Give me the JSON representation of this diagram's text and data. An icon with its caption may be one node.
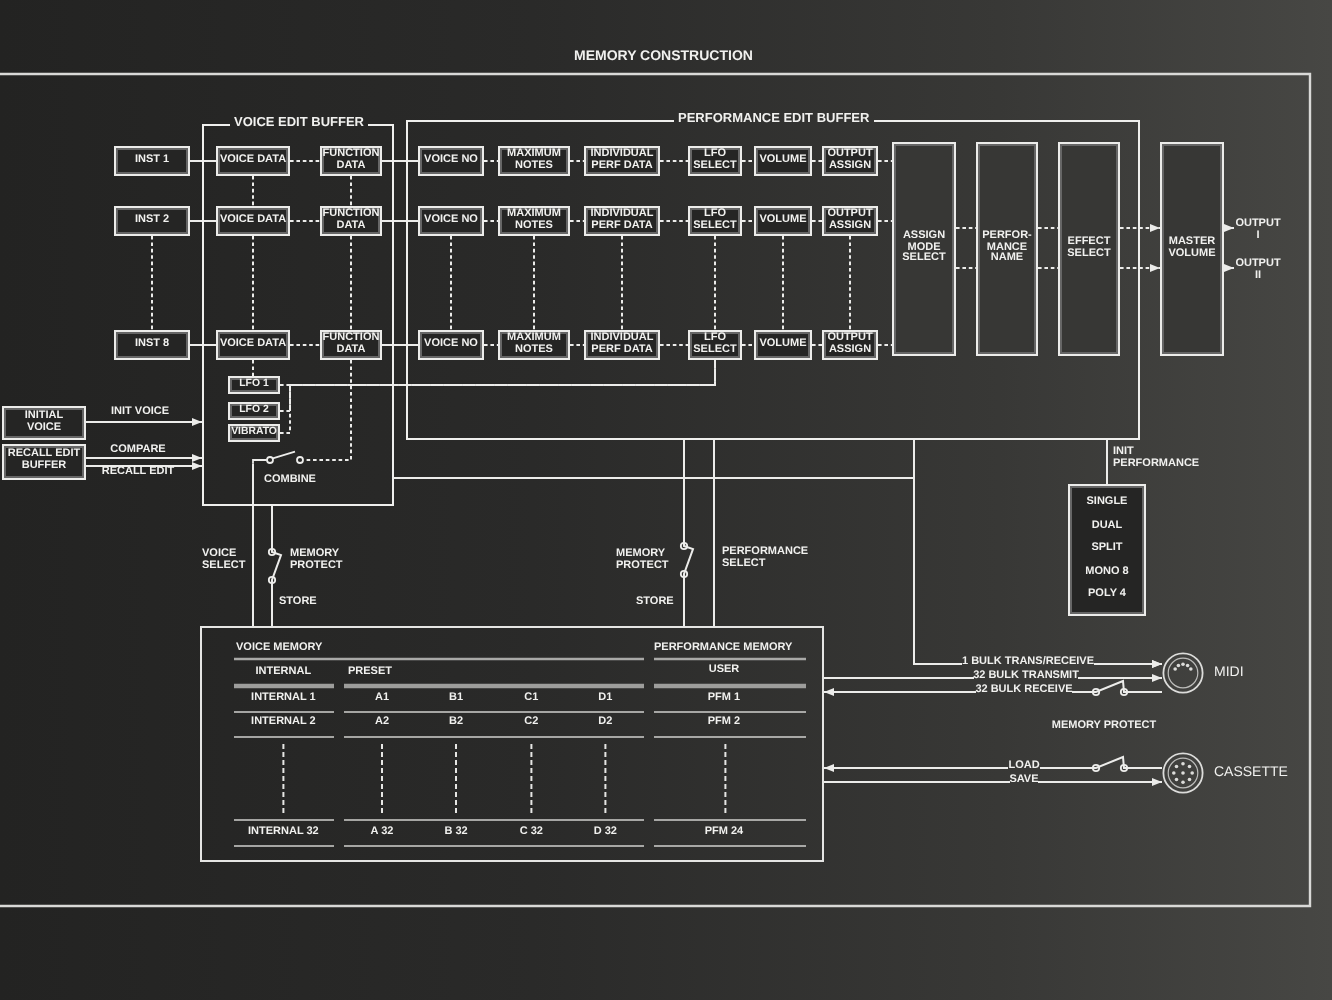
{
  "diagram": {
    "title": "MEMORY CONSTRUCTION",
    "nodes": [
      {
        "text": [
          "VOICE EDIT BUFFER"
        ]
      },
      {
        "text": [
          "PERFORMANCE EDIT BUFFER"
        ]
      },
      {
        "text": [
          "INST 1"
        ]
      },
      {
        "text": [
          "VOICE DATA"
        ],
        "in": 0
      },
      {
        "text": [
          "FUNCTION DATA"
        ],
        "in": 0
      },
      {
        "text": [
          "VOICE NO"
        ],
        "in": 1
      },
      {
        "text": [
          "MAXIMUM NOTES"
        ],
        "in": 1
      },
      {
        "text": [
          "INDIVIDUAL PERF DATA"
        ],
        "in": 1
      },
      {
        "text": [
          "LFO SELECT"
        ],
        "in": 1
      },
      {
        "text": [
          "VOLUME"
        ],
        "in": 1
      },
      {
        "text": [
          "OUTPUT ASSIGN"
        ],
        "in": 1
      },
      {
        "text": [
          "INST 2"
        ]
      },
      {
        "text": [
          "VOICE DATA"
        ],
        "in": 0
      },
      {
        "text": [
          "FUNCTION DATA"
        ],
        "in": 0
      },
      {
        "text": [
          "VOICE NO"
        ],
        "in": 1
      },
      {
        "text": [
          "MAXIMUM NOTES"
        ],
        "in": 1
      },
      {
        "text": [
          "INDIVIDUAL PERF DATA"
        ],
        "in": 1
      },
      {
        "text": [
          "LFO SELECT"
        ],
        "in": 1
      },
      {
        "text": [
          "VOLUME"
        ],
        "in": 1
      },
      {
        "text": [
          "OUTPUT ASSIGN"
        ],
        "in": 1
      },
      {
        "text": [
          "INST 8"
        ]
      },
      {
        "text": [
          "VOICE DATA"
        ],
        "in": 0
      },
      {
        "text": [
          "FUNCTION DATA"
        ],
        "in": 0
      },
      {
        "text": [
          "VOICE NO"
        ],
        "in": 1
      },
      {
        "text": [
          "MAXIMUM NOTES"
        ],
        "in": 1
      },
      {
        "text": [
          "INDIVIDUAL PERF DATA"
        ],
        "in": 1
      },
      {
        "text": [
          "LFO SELECT"
        ],
        "in": 1
      },
      {
        "text": [
          "VOLUME"
        ],
        "in": 1
      },
      {
        "text": [
          "OUTPUT ASSIGN"
        ],
        "in": 1
      },
      {
        "text": [
          "ASSIGN MODE SELECT"
        ],
        "in": 1
      },
      {
        "text": [
          "PERFOR- MANCE NAME"
        ],
        "in": 1
      },
      {
        "text": [
          "EFFECT SELECT"
        ],
        "in": 1
      },
      {
        "text": [
          "MASTER VOLUME"
        ]
      },
      {
        "text": [
          "OUTPUT I"
        ]
      },
      {
        "text": [
          "OUTPUT II"
        ]
      },
      {
        "text": [
          "LFO 1"
        ],
        "in": 0
      },
      {
        "text": [
          "LFO 2"
        ],
        "in": 0
      },
      {
        "text": [
          "VIBRATO"
        ],
        "in": 0
      },
      {
        "text": [
          "INITIAL VOICE"
        ]
      },
      {
        "text": [
          "RECALL EDIT BUFFER"
        ]
      },
      {
        "text": [
          "SINGLE",
          "DUAL",
          "SPLIT",
          "MONO 8",
          "POLY 4"
        ]
      },
      {
        "text": [
          "VOICE MEMORY",
          "PERFORMANCE MEMORY"
        ]
      },
      {
        "text": [
          "MIDI"
        ]
      },
      {
        "text": [
          "CASSETTE"
        ]
      },
      {
        "text": [],
        "shape": "switch",
        "beside": [
          "COMBINE"
        ],
        "in": 0
      }
    ],
    "edges": [
      {
        "from": 2,
        "to": 3,
        "arrow": "none"
      },
      {
        "from": 3,
        "to": 4,
        "arrow": "none",
        "style": "dashed"
      },
      {
        "from": 4,
        "to": 5,
        "arrow": "none"
      },
      {
        "from": 5,
        "to": 6,
        "arrow": "none",
        "style": "dashed"
      },
      {
        "from": 6,
        "to": 7,
        "arrow": "none",
        "style": "dashed"
      },
      {
        "from": 7,
        "to": 8,
        "arrow": "none",
        "style": "dashed"
      },
      {
        "from": 8,
        "to": 9,
        "arrow": "none",
        "style": "dashed"
      },
      {
        "from": 9,
        "to": 10,
        "arrow": "none",
        "style": "dashed"
      },
      {
        "from": 10,
        "to": 29,
        "arrow": "none",
        "style": "dashed"
      },
      {
        "from": 11,
        "to": 12,
        "arrow": "none"
      },
      {
        "from": 12,
        "to": 13,
        "arrow": "none",
        "style": "dashed"
      },
      {
        "from": 13,
        "to": 14,
        "arrow": "none"
      },
      {
        "from": 14,
        "to": 15,
        "arrow": "none",
        "style": "dashed"
      },
      {
        "from": 15,
        "to": 16,
        "arrow": "none",
        "style": "dashed"
      },
      {
        "from": 16,
        "to": 17,
        "arrow": "none",
        "style": "dashed"
      },
      {
        "from": 17,
        "to": 18,
        "arrow": "none",
        "style": "dashed"
      },
      {
        "from": 18,
        "to": 19,
        "arrow": "none",
        "style": "dashed"
      },
      {
        "from": 19,
        "to": 29,
        "arrow": "none",
        "style": "dashed"
      },
      {
        "from": 20,
        "to": 21,
        "arrow": "none"
      },
      {
        "from": 21,
        "to": 22,
        "arrow": "none",
        "style": "dashed"
      },
      {
        "from": 22,
        "to": 23,
        "arrow": "none"
      },
      {
        "from": 23,
        "to": 24,
        "arrow": "none",
        "style": "dashed"
      },
      {
        "from": 24,
        "to": 25,
        "arrow": "none",
        "style": "dashed"
      },
      {
        "from": 25,
        "to": 26,
        "arrow": "none",
        "style": "dashed"
      },
      {
        "from": 26,
        "to": 27,
        "arrow": "none",
        "style": "dashed"
      },
      {
        "from": 27,
        "to": 28,
        "arrow": "none",
        "style": "dashed"
      },
      {
        "from": 28,
        "to": 29,
        "arrow": "none",
        "style": "dashed"
      },
      {
        "from": 3,
        "to": 12,
        "arrow": "none",
        "style": "dashed"
      },
      {
        "from": 4,
        "to": 13,
        "arrow": "none",
        "style": "dashed"
      },
      {
        "from": 11,
        "to": 20,
        "arrow": "none",
        "style": "dashed"
      },
      {
        "from": 12,
        "to": 21,
        "arrow": "none",
        "style": "dashed"
      },
      {
        "from": 13,
        "to": 22,
        "arrow": "none",
        "style": "dashed"
      },
      {
        "from": 14,
        "to": 23,
        "arrow": "none",
        "style": "dashed"
      },
      {
        "from": 15,
        "to": 24,
        "arrow": "none",
        "style": "dashed"
      },
      {
        "from": 16,
        "to": 25,
        "arrow": "none",
        "style": "dashed"
      },
      {
        "from": 17,
        "to": 26,
        "arrow": "none",
        "style": "dashed"
      },
      {
        "from": 18,
        "to": 27,
        "arrow": "none",
        "style": "dashed"
      },
      {
        "from": 19,
        "to": 28,
        "arrow": "none",
        "style": "dashed"
      },
      {
        "from": 21,
        "to": 35,
        "arrow": "none",
        "style": "dashed"
      },
      {
        "from": 22,
        "to": 44,
        "arrow": "none",
        "style": "dashed"
      },
      {
        "from": 35,
        "to": 26,
        "arrow": "none",
        "style": "dashed"
      },
      {
        "from": 36,
        "to": 26,
        "arrow": "none",
        "style": "dashed"
      },
      {
        "from": 37,
        "to": 26,
        "arrow": "none",
        "style": "dashed"
      },
      {
        "from": 29,
        "to": 30,
        "arrow": "none",
        "style": "dashed"
      },
      {
        "from": 29,
        "to": 30,
        "arrow": "none",
        "style": "dashed"
      },
      {
        "from": 30,
        "to": 31,
        "arrow": "none",
        "style": "dashed"
      },
      {
        "from": 30,
        "to": 31,
        "arrow": "none",
        "style": "dashed"
      },
      {
        "from": 31,
        "to": 32,
        "arrow": "to",
        "style": "dashed"
      },
      {
        "from": 31,
        "to": 32,
        "arrow": "to",
        "style": "dashed"
      },
      {
        "from": 32,
        "to": 33,
        "arrow": "to"
      },
      {
        "from": 32,
        "to": 34,
        "arrow": "to"
      },
      {
        "from": 38,
        "to": 0,
        "arrow": "to",
        "label": "INIT VOICE"
      },
      {
        "from": 39,
        "to": 0,
        "arrow": "to",
        "label": "COMPARE"
      },
      {
        "from": 39,
        "to": 0,
        "arrow": "to",
        "label": "RECALL EDIT"
      },
      {
        "from": 41,
        "to": 44,
        "arrow": "none",
        "label": "VOICE SELECT"
      },
      {
        "from": 0,
        "to": 41,
        "arrow": "none",
        "label": "STORE"
      },
      {
        "from": 1,
        "to": 41,
        "arrow": "none",
        "label": "STORE"
      },
      {
        "from": 41,
        "to": 1,
        "arrow": "none",
        "label": "PERFORMANCE SELECT"
      },
      {
        "from": 40,
        "to": 1,
        "arrow": "none",
        "label": "INIT PERFORMANCE"
      },
      {
        "from": 0,
        "to": 42,
        "arrow": "to",
        "label": "1 BULK TRANS/RECEIVE"
      },
      {
        "from": 1,
        "to": 42,
        "arrow": "to"
      },
      {
        "from": 41,
        "to": 42,
        "arrow": "to",
        "label": "32 BULK TRANSMIT"
      },
      {
        "from": 42,
        "to": 41,
        "arrow": "to",
        "label": "32 BULK RECEIVE"
      },
      {
        "from": 43,
        "to": 41,
        "arrow": "to",
        "label": "LOAD"
      },
      {
        "from": 41,
        "to": 43,
        "arrow": "to",
        "label": "SAVE"
      }
    ],
    "labels": [
      "MEMORY PROTECT",
      "MEMORY PROTECT",
      "INTERNAL",
      "PRESET",
      "USER",
      "INTERNAL 1",
      "A1",
      "B1",
      "C1",
      "D1",
      "PFM 1",
      "INTERNAL 2",
      "A2",
      "B2",
      "C2",
      "D2",
      "PFM 2",
      "INTERNAL 32",
      "A 32",
      "B 32",
      "C 32",
      "D 32",
      "PFM 24",
      "MEMORY PROTECT"
    ]
  }
}
